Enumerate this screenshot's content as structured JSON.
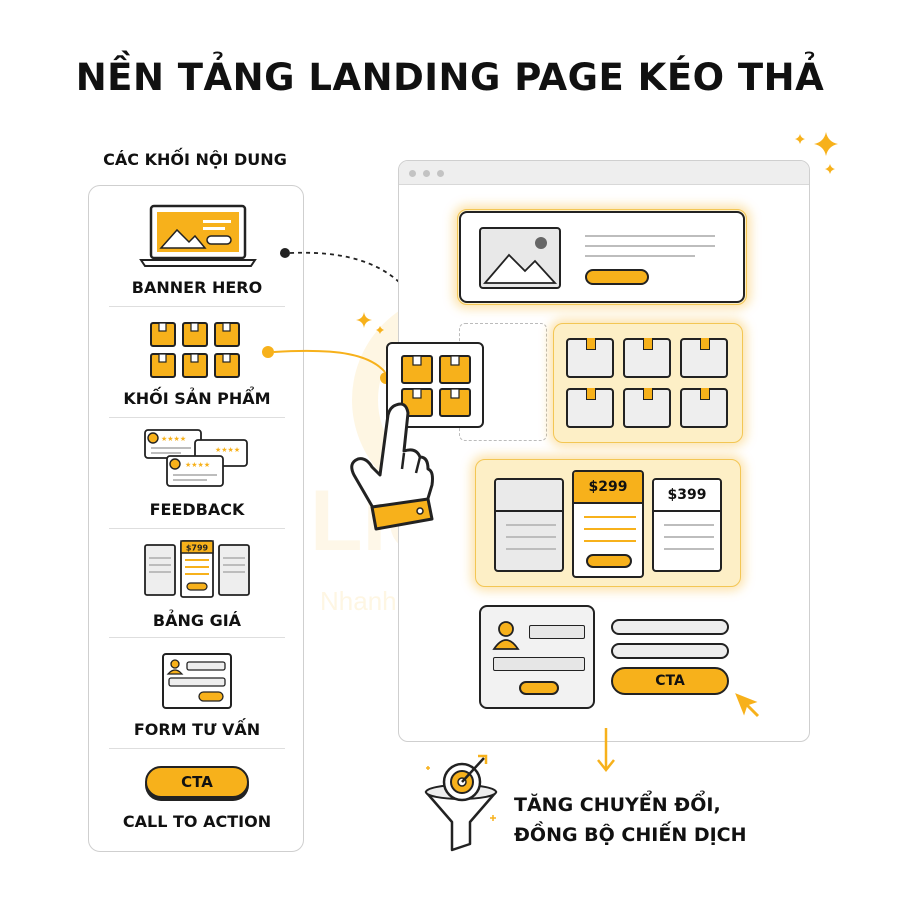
{
  "title": "NỀN TẢNG LANDING PAGE KÉO THẢ",
  "panel": {
    "heading": "CÁC KHỐI NỘI DUNG",
    "blocks": [
      {
        "label": "BANNER HERO",
        "icon": "laptop-banner-icon"
      },
      {
        "label": "KHỐI SẢN PHẨM",
        "icon": "product-grid-icon"
      },
      {
        "label": "FEEDBACK",
        "icon": "review-cards-icon"
      },
      {
        "label": "BẢNG GIÁ",
        "icon": "pricing-table-icon",
        "price": "$799"
      },
      {
        "label": "FORM TƯ VẤN",
        "icon": "contact-form-icon"
      },
      {
        "label": "CALL TO ACTION",
        "icon": "cta-button-icon",
        "button": "CTA"
      }
    ]
  },
  "canvas": {
    "pricing": [
      "$299",
      "$399"
    ],
    "cta_label": "CTA"
  },
  "result": {
    "line1": "TĂNG CHUYỂN ĐỔI,",
    "line2": "ĐỒNG BỘ CHIẾN DỊCH"
  },
  "watermark": {
    "text": "LIGHT",
    "tagline": "Nhanh - Chuẩn - Đẹp"
  },
  "colors": {
    "accent": "#F7B11B",
    "accent_light": "#FDEFC6",
    "ink": "#222222",
    "grey": "#EEEEEE"
  }
}
